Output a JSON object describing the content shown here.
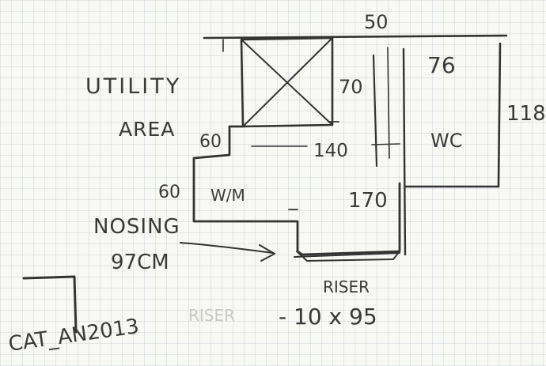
{
  "labels": {
    "utility_line1": "UTILITY",
    "utility_line2": "AREA",
    "dim_top": "50",
    "dim_70": "70",
    "dim_76": "76",
    "dim_118": "118",
    "dim_60_upper": "60",
    "dim_60_left": "60",
    "dim_140": "140",
    "dim_170": "170",
    "wc": "WC",
    "wm": "W/M",
    "nosing": "NOSING",
    "nosing_value": "97CM",
    "riser": "RISER",
    "riser_faint": "RISER",
    "riser_value": "- 10 x 95",
    "ref_code": "CAT_AN2013"
  },
  "colors": {
    "ink": "#333333",
    "paper": "#f8f8f4",
    "grid": "#a6b4c6"
  }
}
